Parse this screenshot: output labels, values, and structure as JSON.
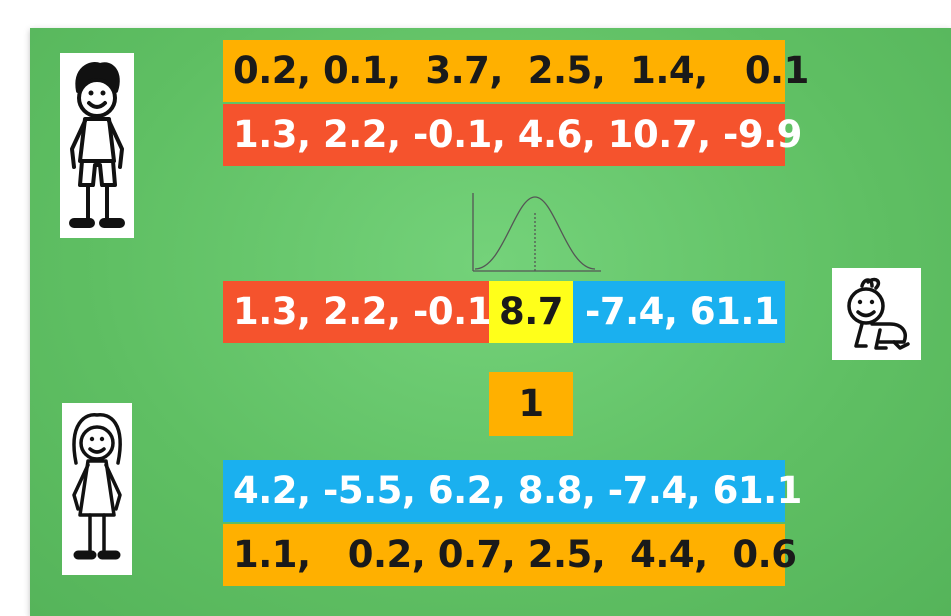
{
  "rows": {
    "boy_row1": "0.2, 0.1,  3.7,  2.5,  1.4,   0.1",
    "boy_row2": "1.3, 2.2, -0.1, 4.6, 10.7, -9.9",
    "child_row_red": "1.3, 2.2, -0.1,",
    "child_row_mid": "8.7",
    "child_row_blue": "-7.4, 61.1",
    "selector": "1",
    "girl_row1": "4.2, -5.5, 6.2, 8.8, -7.4, 61.1",
    "girl_row2": "1.1,   0.2, 0.7, 2.5,  4.4,  0.6"
  },
  "colors": {
    "background": "#62c262",
    "gold": "#ffb000",
    "red": "#f5532d",
    "blue": "#1ab0ef",
    "yellow": "#ffff1a"
  },
  "icons": [
    "boy-figure-icon",
    "girl-figure-icon",
    "baby-figure-icon",
    "bell-curve-icon"
  ]
}
